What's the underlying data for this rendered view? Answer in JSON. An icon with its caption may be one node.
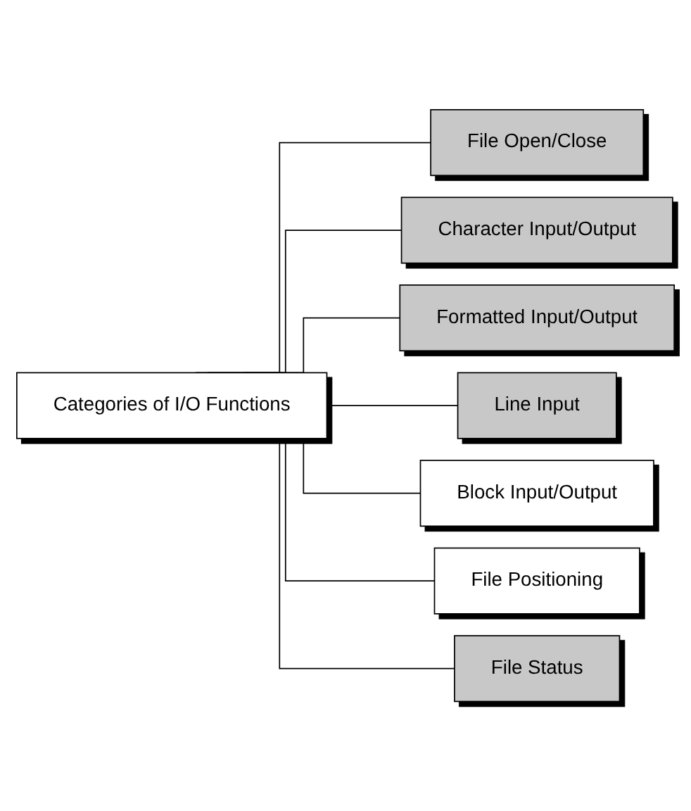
{
  "diagram": {
    "nodes": [
      {
        "text": [
          "Categories of I/O Functions"
        ]
      },
      {
        "text": [
          "File Open/Close"
        ]
      },
      {
        "text": [
          "Character Input/Output"
        ]
      },
      {
        "text": [
          "Formatted Input/Output"
        ]
      },
      {
        "text": [
          "Line Input"
        ]
      },
      {
        "text": [
          "Block Input/Output"
        ]
      },
      {
        "text": [
          "File Positioning"
        ]
      },
      {
        "text": [
          "File Status"
        ]
      }
    ],
    "edges": [
      {
        "from": 0,
        "to": 1,
        "arrow": "none"
      },
      {
        "from": 0,
        "to": 2,
        "arrow": "none"
      },
      {
        "from": 0,
        "to": 3,
        "arrow": "none"
      },
      {
        "from": 0,
        "to": 4,
        "arrow": "none"
      },
      {
        "from": 0,
        "to": 5,
        "arrow": "none"
      },
      {
        "from": 0,
        "to": 6,
        "arrow": "none"
      },
      {
        "from": 0,
        "to": 7,
        "arrow": "none"
      }
    ]
  }
}
